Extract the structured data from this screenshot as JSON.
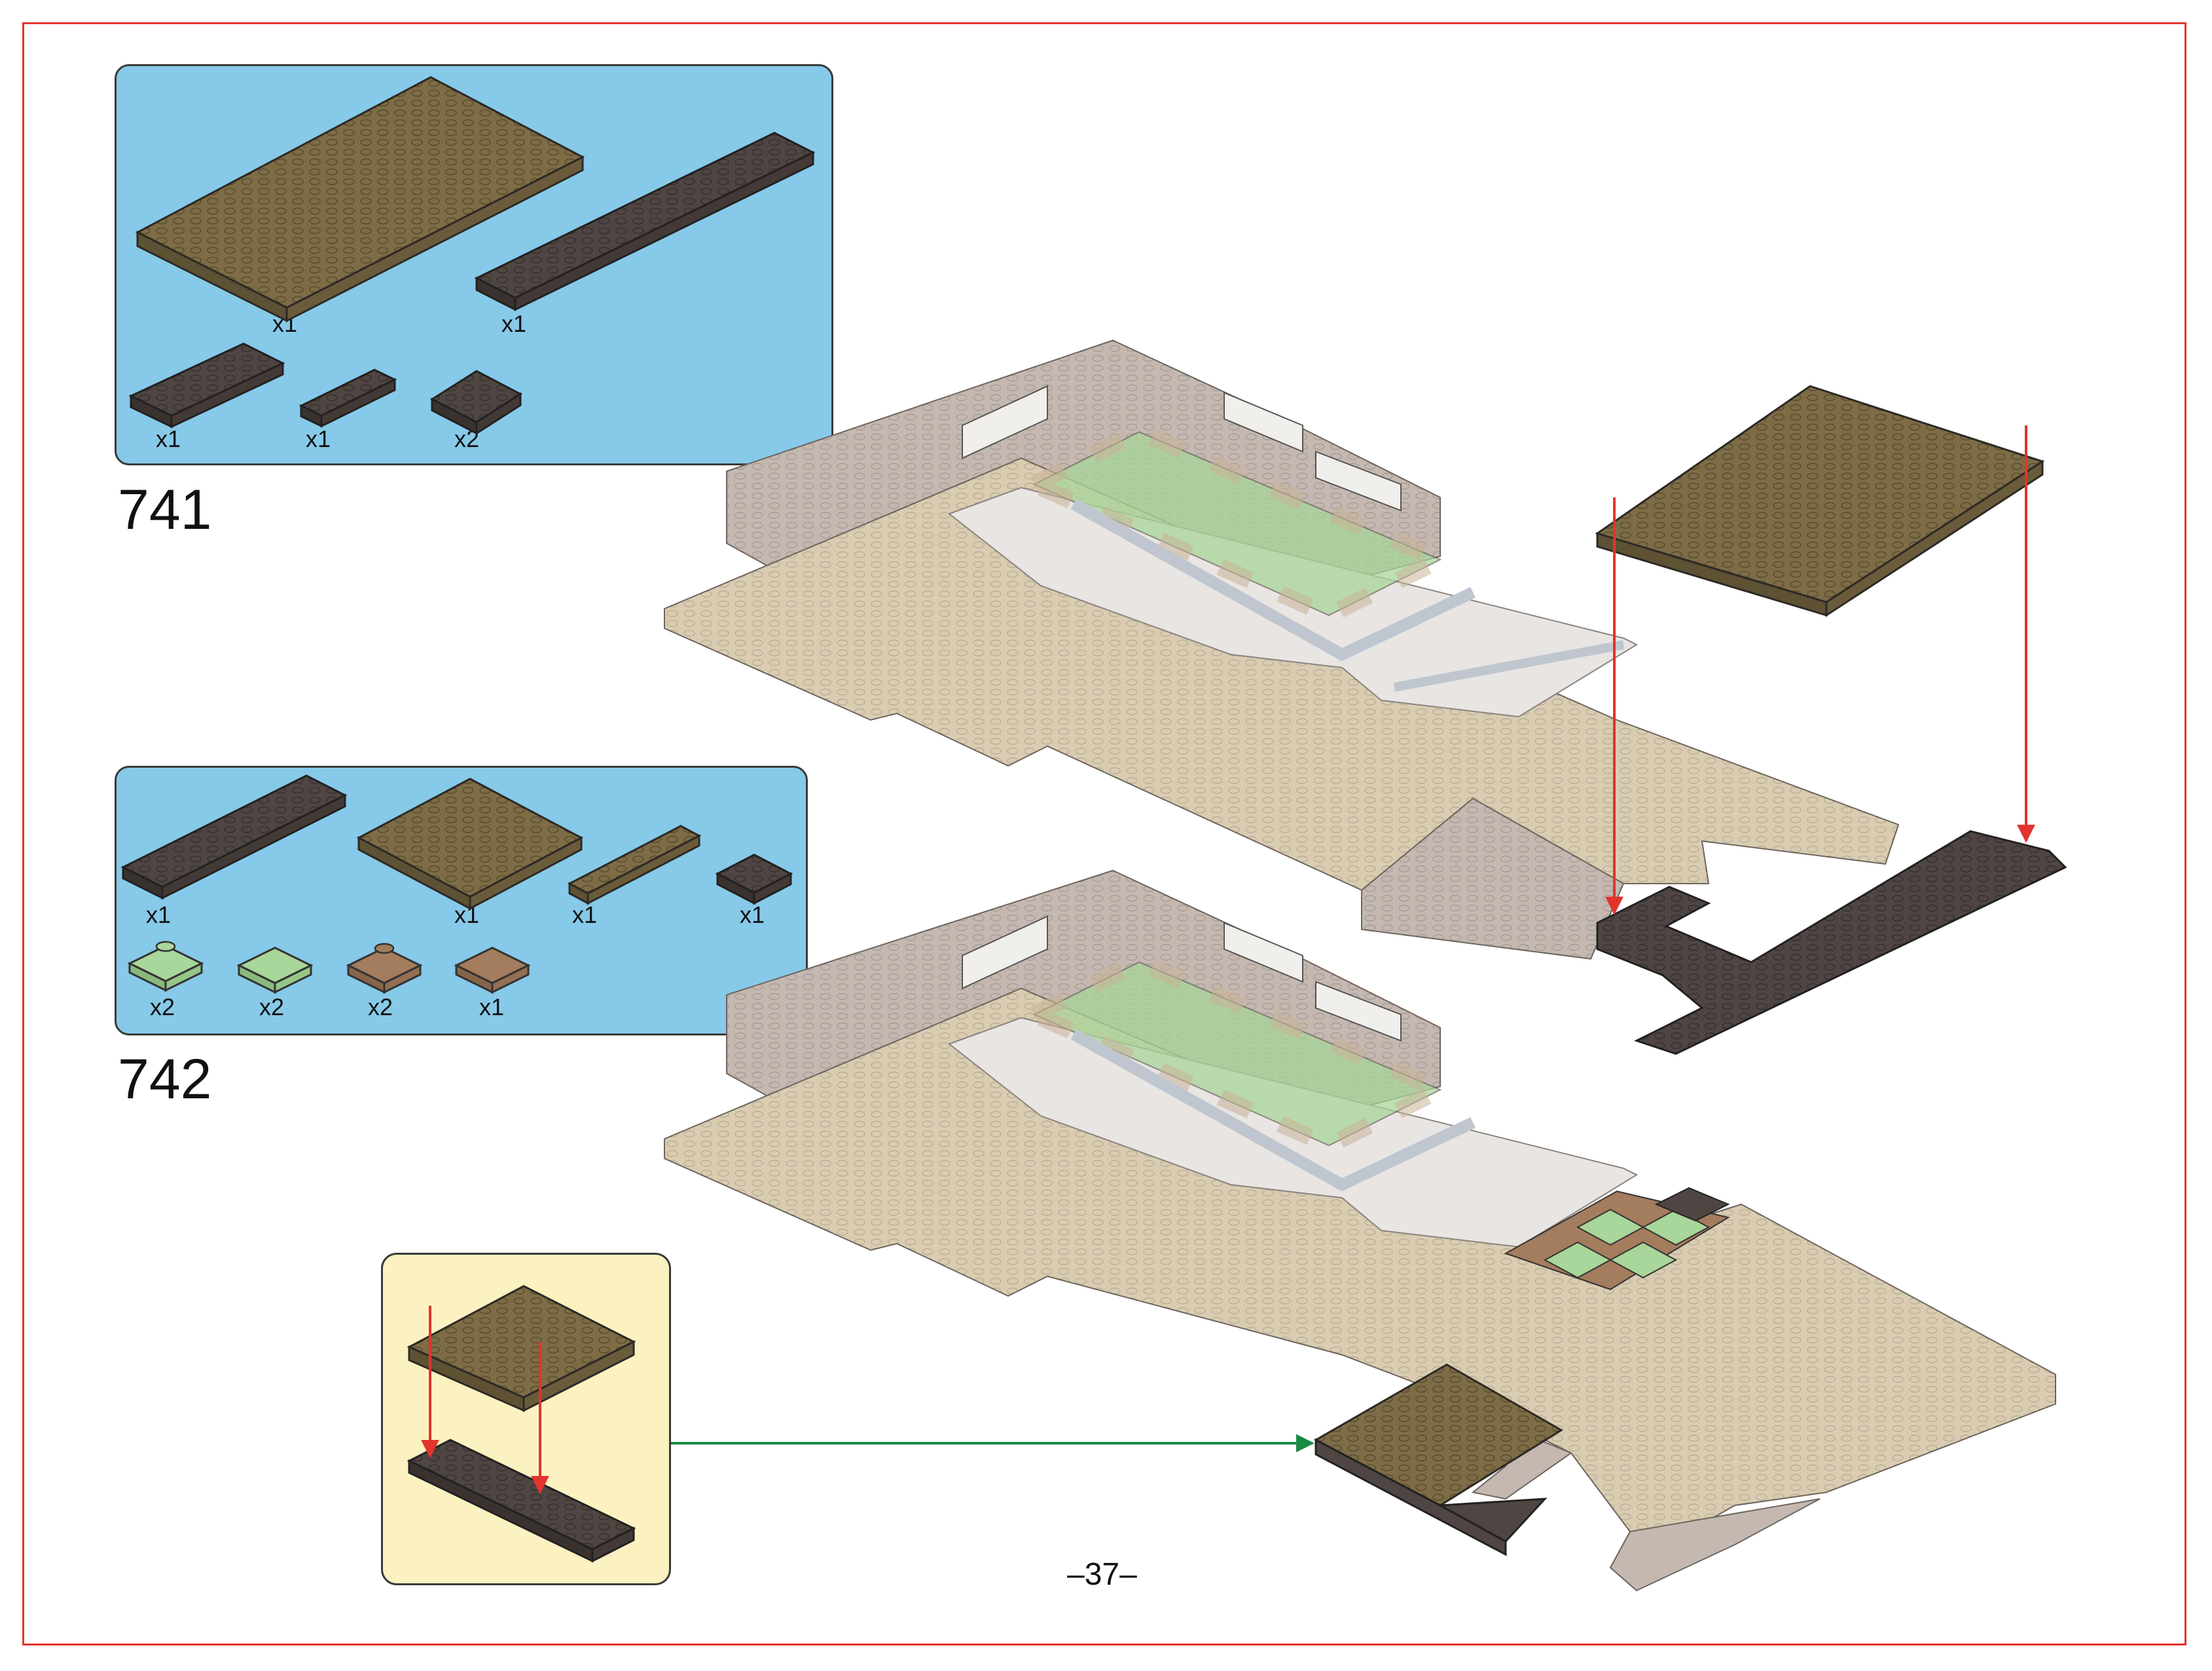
{
  "page": {
    "number_label": "–37–"
  },
  "colors": {
    "frame": "#e2342d",
    "parts_bg": "#87c9e8",
    "subassembly_bg": "#fcf2c1",
    "dark_tan": "#7a6a46",
    "dark_brown": "#4d4441",
    "tan": "#d9ccb1",
    "light_gray_tan": "#c4b8b0",
    "white_tile": "#e8e5e2",
    "sand_green": "#a9d69a",
    "medium_nougat": "#a47c5e",
    "arrow_red": "#e2342d",
    "arrow_green": "#1a8a45"
  },
  "steps": [
    {
      "number": "741",
      "parts": [
        {
          "name": "dark tan plate 8x16",
          "qty": "x1"
        },
        {
          "name": "dark brown plate 2x16",
          "qty": "x1"
        },
        {
          "name": "dark brown plate 2x6",
          "qty": "x1"
        },
        {
          "name": "dark brown plate 1x4",
          "qty": "x1"
        },
        {
          "name": "dark brown plate 2x2",
          "qty": "x2"
        }
      ]
    },
    {
      "number": "742",
      "parts": [
        {
          "name": "dark brown plate 2x10",
          "qty": "x1"
        },
        {
          "name": "dark tan plate 6x6",
          "qty": "x1"
        },
        {
          "name": "dark tan plate 1x8",
          "qty": "x1"
        },
        {
          "name": "dark brown plate 2x2",
          "qty": "x1"
        },
        {
          "name": "sand green jumper plate",
          "qty": "x2"
        },
        {
          "name": "sand green tile 2x2",
          "qty": "x2"
        },
        {
          "name": "medium nougat jumper plate",
          "qty": "x2"
        },
        {
          "name": "medium nougat tile 2x2",
          "qty": "x1"
        }
      ]
    }
  ]
}
